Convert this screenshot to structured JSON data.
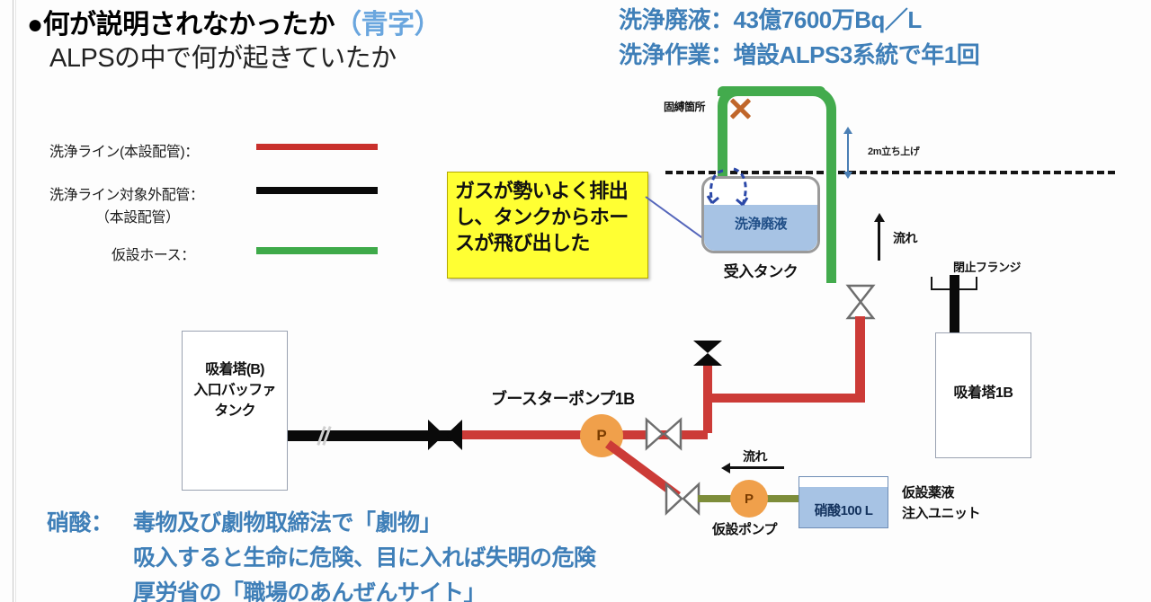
{
  "title": {
    "line1_main": "●何が説明されなかったか",
    "line1_paren": "（青字）",
    "line2": "ALPSの中で何が起きていたか"
  },
  "top_notes": {
    "note1": "洗浄廃液：43億7600万Bq／L",
    "note2": "洗浄作業：増設ALPS3系統で年1回"
  },
  "legend": {
    "item1_label": "洗浄ライン(本設配管)：",
    "item1_color": "#cc3b37",
    "item2_label": "洗浄ライン対象外配管：",
    "item2_sub": "（本設配管）",
    "item2_color": "#0a0a0a",
    "item3_label": "仮設ホース：",
    "item3_color": "#3faa4a"
  },
  "callout": {
    "text": "ガスが勢いよく排出し、タンクからホースが飛び出した",
    "bg_color": "#ffff33"
  },
  "diagram": {
    "tie_point_label": "固縛箇所",
    "riser_label": "2m立ち上げ",
    "tank_liquid_label": "洗浄廃液",
    "tank_caption": "受入タンク",
    "flow_label_right": "流れ",
    "flow_label_bottom": "流れ",
    "flange_label": "閉止フランジ",
    "absorber_1b_label": "吸着塔1B",
    "buffer_tank_label": "吸着塔(B)\n入口バッファ\nタンク",
    "booster_pump_label": "ブースターポンプ1B",
    "booster_pump_symbol": "P",
    "temp_pump_label": "仮設ポンプ",
    "temp_pump_symbol": "P",
    "acid_tank_label": "硝酸100 L",
    "injection_unit_label": "仮設薬液\n注入ユニット"
  },
  "bottom_note": {
    "key": "硝酸：",
    "line1": "毒物及び劇物取締法で「劇物」",
    "line2": "吸入すると生命に危険、目に入れば失明の危険",
    "line3": "厚労省の「職場のあんぜんサイト」"
  }
}
